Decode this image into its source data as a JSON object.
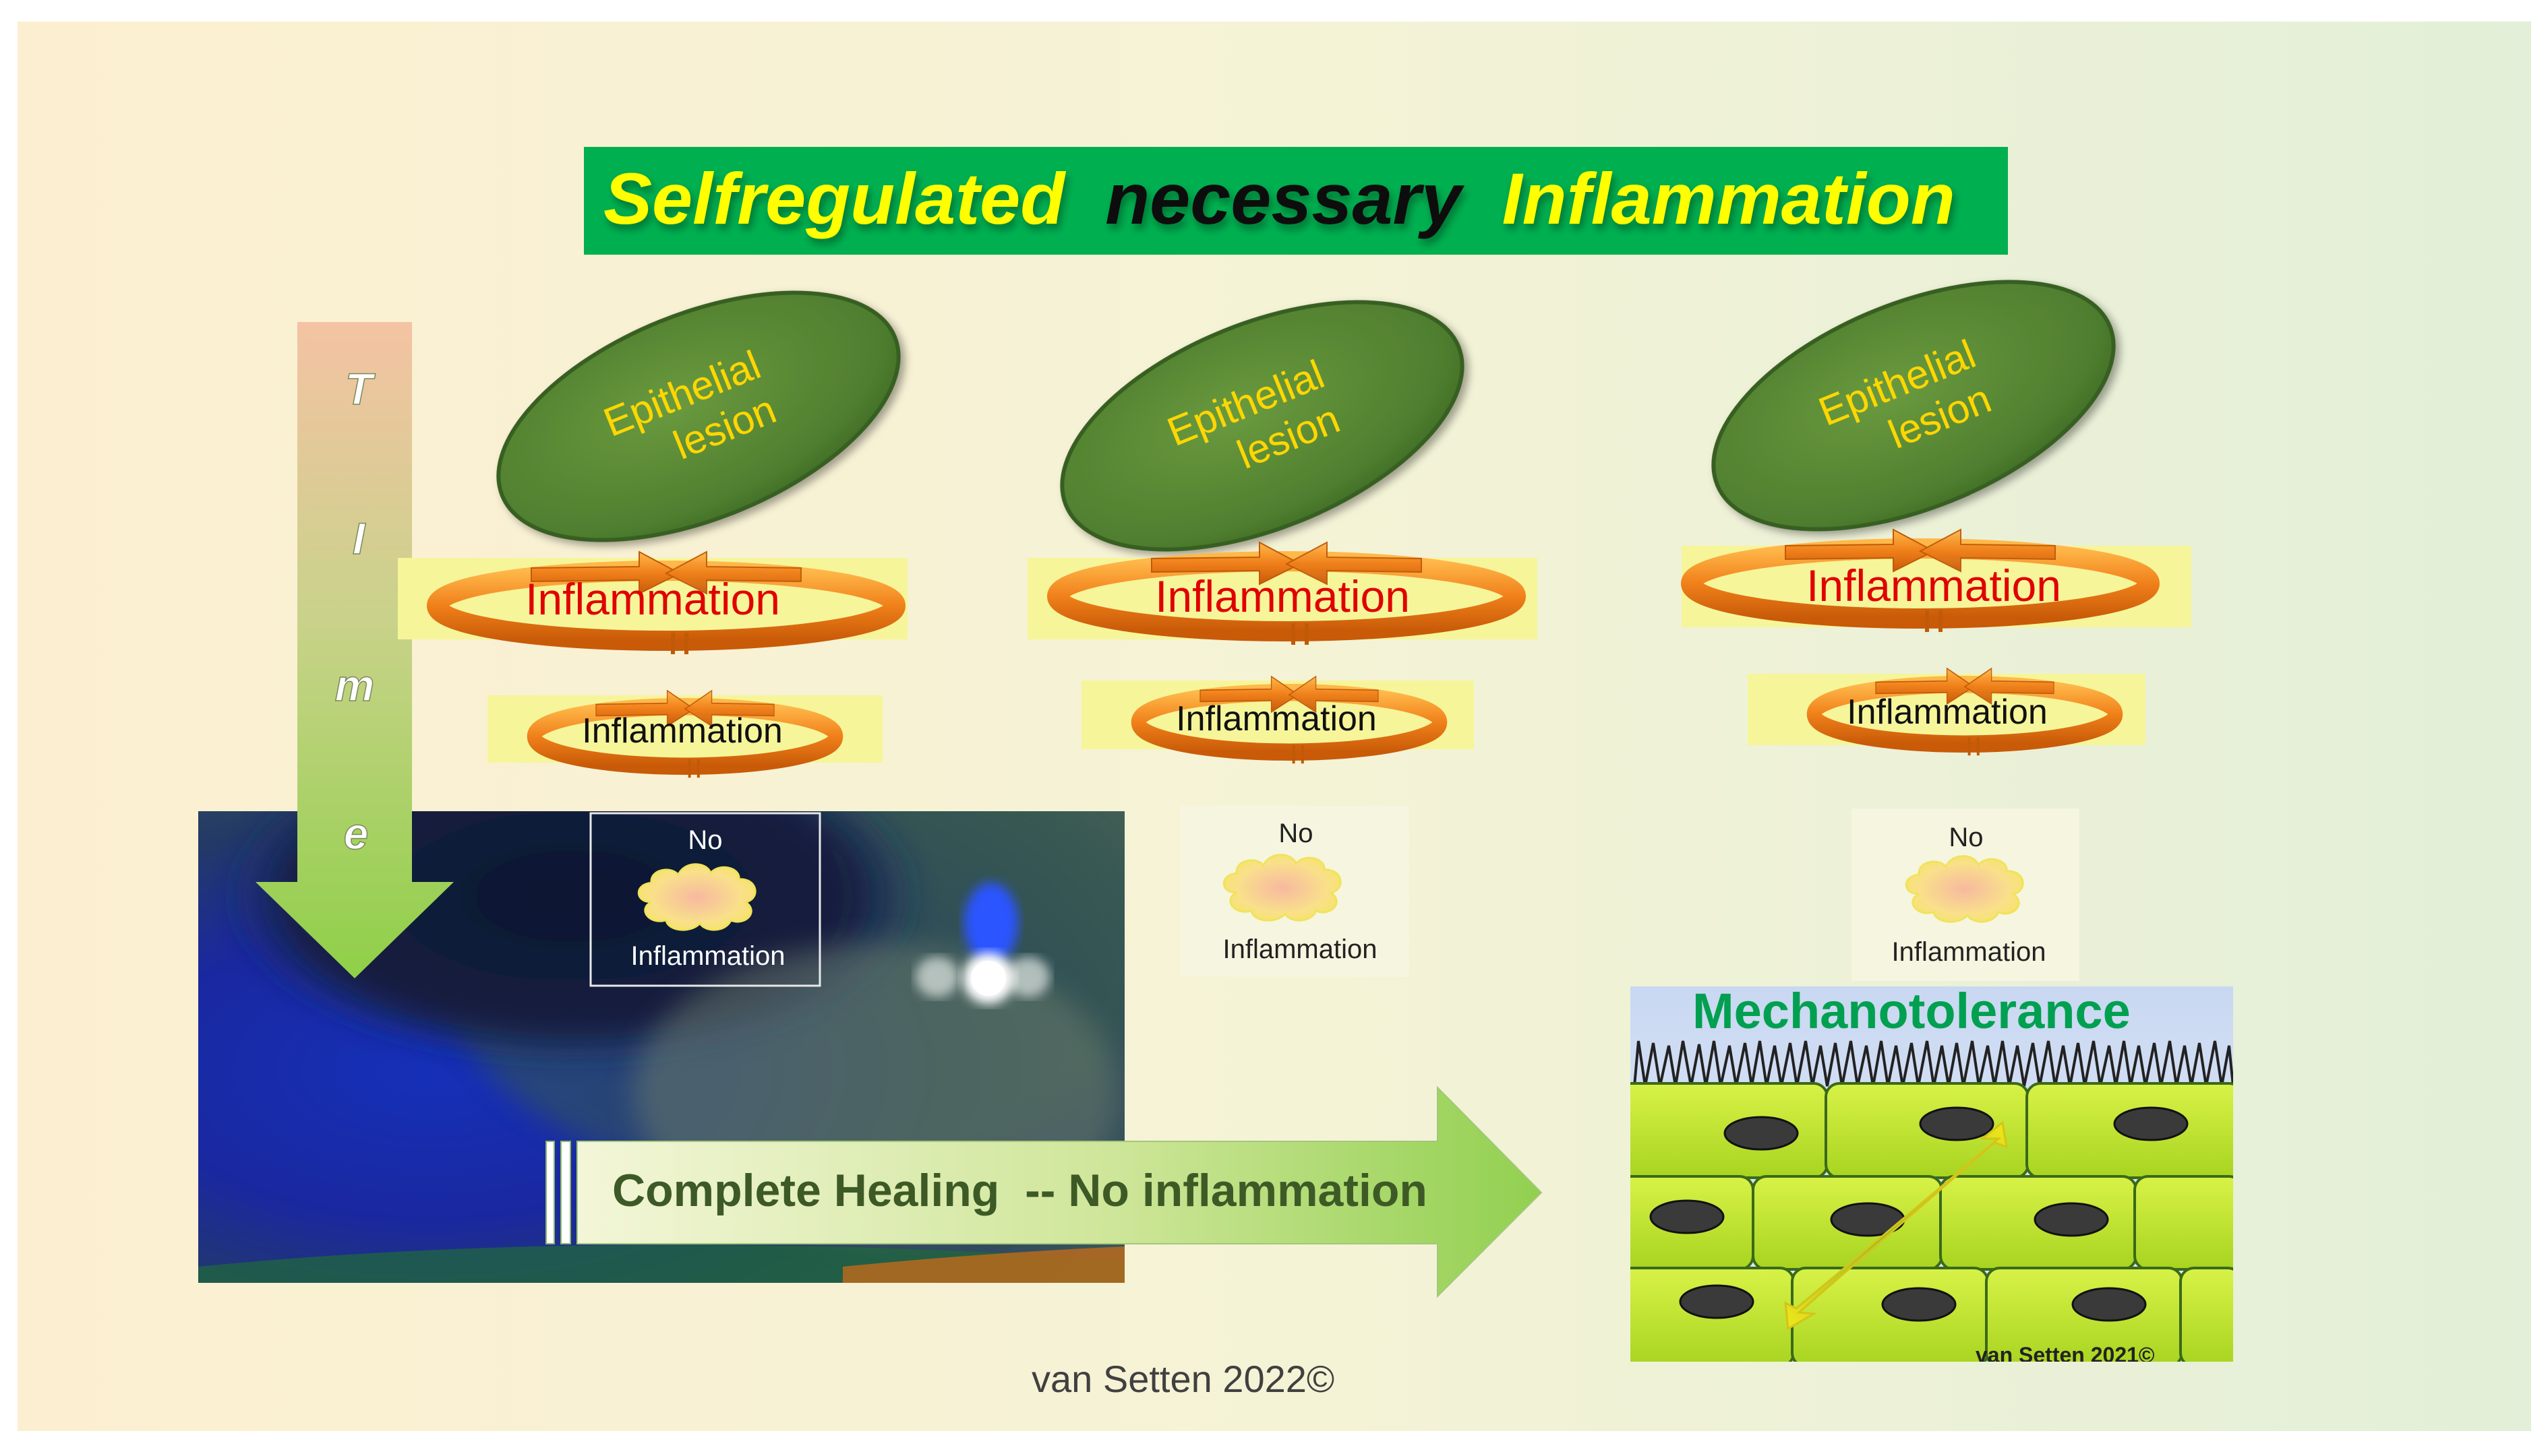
{
  "title": {
    "part1": "Selfregulated",
    "part2": "necessary",
    "part3": "Inflammation"
  },
  "time_arrow": {
    "letters": [
      "T",
      "I",
      "m",
      "e"
    ]
  },
  "columns": [
    {
      "lesion_line1": "Epithelial",
      "lesion_line2": "lesion",
      "inflammation_large": "Inflammation",
      "inflammation_small": "Inflammation",
      "no_label": "No",
      "no_inflammation_label": "Inflammation"
    },
    {
      "lesion_line1": "Epithelial",
      "lesion_line2": "lesion",
      "inflammation_large": "Inflammation",
      "inflammation_small": "Inflammation",
      "no_label": "No",
      "no_inflammation_label": "Inflammation"
    },
    {
      "lesion_line1": "Epithelial",
      "lesion_line2": "lesion",
      "inflammation_large": "Inflammation",
      "inflammation_small": "Inflammation",
      "no_label": "No",
      "no_inflammation_label": "Inflammation"
    }
  ],
  "healing_arrow": {
    "label": "Complete Healing  -- No inflammation"
  },
  "mechanotolerance": {
    "title": "Mechanotolerance",
    "credit": "van Setten 2021©"
  },
  "footer": {
    "credit": "van Setten 2022©"
  },
  "colors": {
    "title_bg": "#00b050",
    "title_yellow": "#ffff00",
    "lesion_green": "#548235",
    "lesion_text": "#ffd700",
    "ring_orange": "#f28a1e",
    "inflammation_red": "#e00000",
    "highlight_yellow": "#f6f59a",
    "cell_green": "#c5e82e",
    "arrow_green": "#92d050",
    "footer_text": "#404040"
  }
}
